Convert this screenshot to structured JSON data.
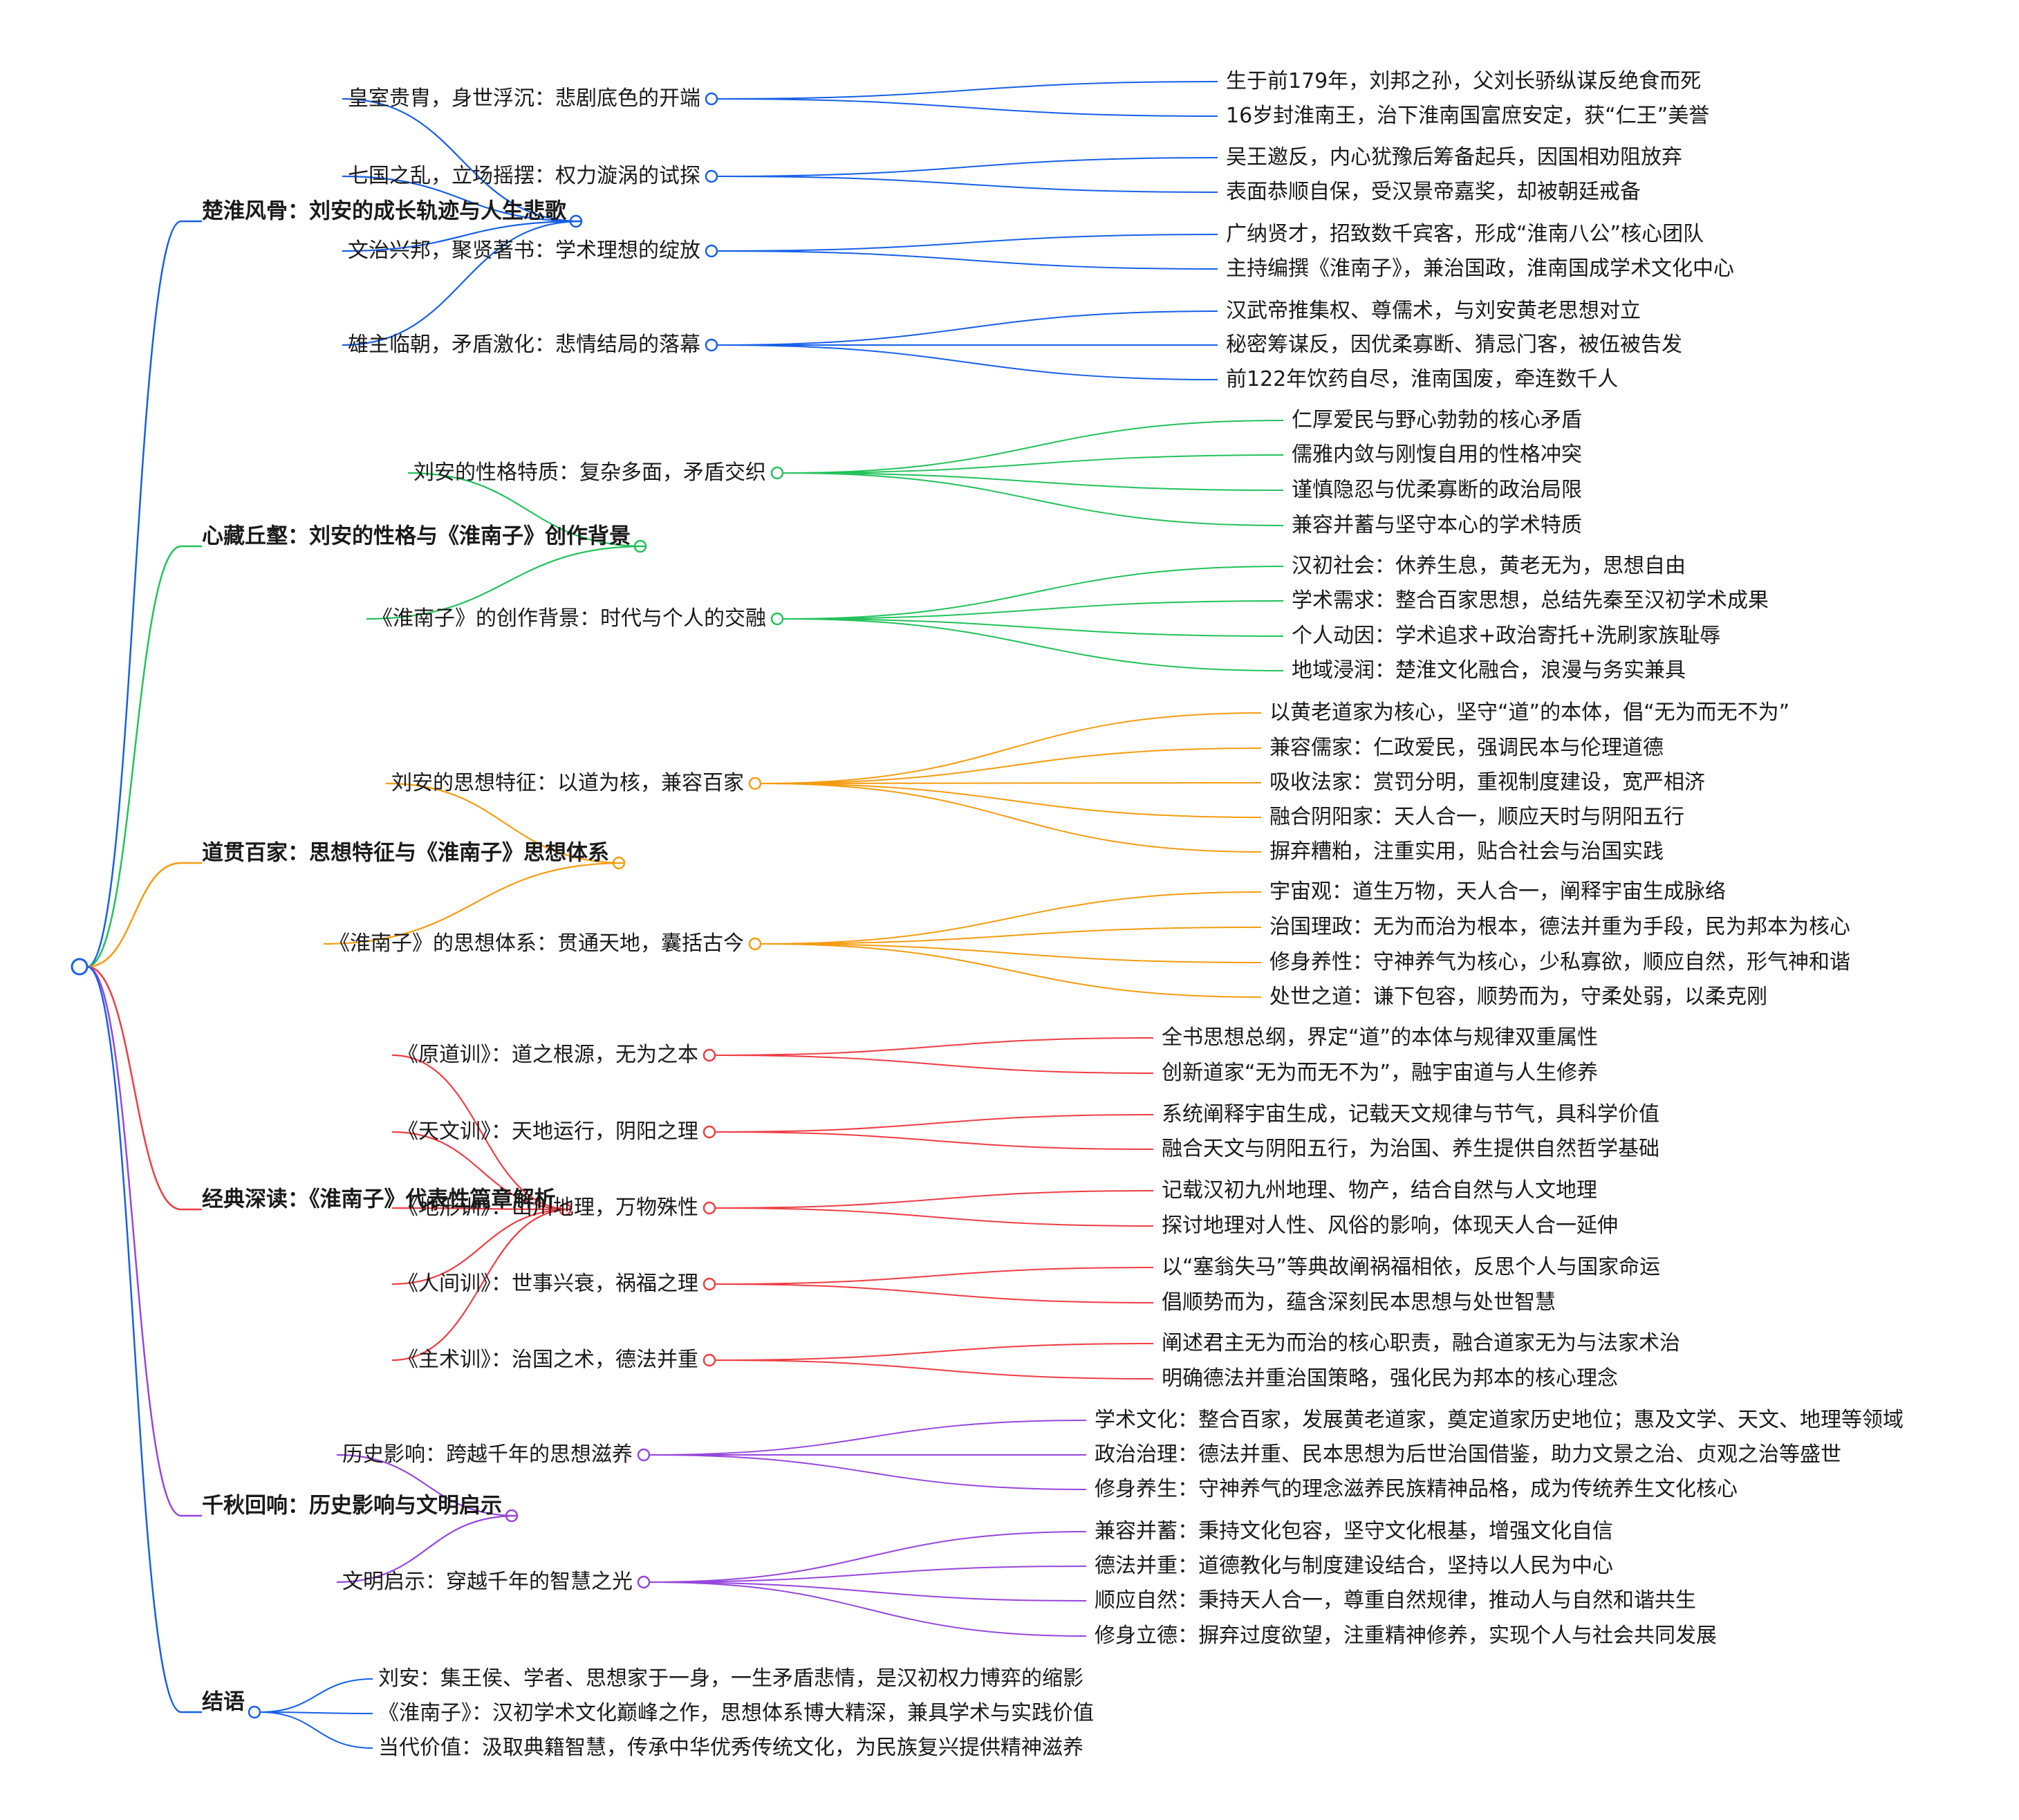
{
  "mindmap": {
    "root": {
      "children": [
        {
          "label": "楚淮风骨：刘安的成长轨迹与人生悲歌",
          "color": "#1560e8",
          "children": [
            {
              "label": "皇室贵胄，身世浮沉：悲剧底色的开端",
              "children": [
                {
                  "label": "生于前179年，刘邦之孙，父刘长骄纵谋反绝食而死"
                },
                {
                  "label": "16岁封淮南王，治下淮南国富庶安定，获“仁王”美誉"
                }
              ]
            },
            {
              "label": "七国之乱，立场摇摆：权力漩涡的试探",
              "children": [
                {
                  "label": "吴王邀反，内心犹豫后筹备起兵，因国相劝阻放弃"
                },
                {
                  "label": "表面恭顺自保，受汉景帝嘉奖，却被朝廷戒备"
                }
              ]
            },
            {
              "label": "文治兴邦，聚贤著书：学术理想的绽放",
              "children": [
                {
                  "label": "广纳贤才，招致数千宾客，形成“淮南八公”核心团队"
                },
                {
                  "label": "主持编撰《淮南子》，兼治国政，淮南国成学术文化中心"
                }
              ]
            },
            {
              "label": "雄主临朝，矛盾激化：悲情结局的落幕",
              "children": [
                {
                  "label": "汉武帝推集权、尊儒术，与刘安黄老思想对立"
                },
                {
                  "label": "秘密筹谋反，因优柔寡断、猜忌门客，被伍被告发"
                },
                {
                  "label": "前122年饮药自尽，淮南国废，牵连数千人"
                }
              ]
            }
          ]
        },
        {
          "label": "心藏丘壑：刘安的性格与《淮南子》创作背景",
          "color": "#22c25a",
          "children": [
            {
              "label": "刘安的性格特质：复杂多面，矛盾交织",
              "children": [
                {
                  "label": "仁厚爱民与野心勃勃的核心矛盾"
                },
                {
                  "label": "儒雅内敛与刚愎自用的性格冲突"
                },
                {
                  "label": "谨慎隐忍与优柔寡断的政治局限"
                },
                {
                  "label": "兼容并蓄与坚守本心的学术特质"
                }
              ]
            },
            {
              "label": "《淮南子》的创作背景：时代与个人的交融",
              "children": [
                {
                  "label": "汉初社会：休养生息，黄老无为，思想自由"
                },
                {
                  "label": "学术需求：整合百家思想，总结先秦至汉初学术成果"
                },
                {
                  "label": "个人动因：学术追求+政治寄托+洗刷家族耻辱"
                },
                {
                  "label": "地域浸润：楚淮文化融合，浪漫与务实兼具"
                }
              ]
            }
          ]
        },
        {
          "label": "道贯百家：思想特征与《淮南子》思想体系",
          "color": "#f59c10",
          "children": [
            {
              "label": "刘安的思想特征：以道为核，兼容百家",
              "children": [
                {
                  "label": "以黄老道家为核心，坚守“道”的本体，倡“无为而无不为”"
                },
                {
                  "label": "兼容儒家：仁政爱民，强调民本与伦理道德"
                },
                {
                  "label": "吸收法家：赏罚分明，重视制度建设，宽严相济"
                },
                {
                  "label": "融合阴阳家：天人合一，顺应天时与阴阳五行"
                },
                {
                  "label": "摒弃糟粕，注重实用，贴合社会与治国实践"
                }
              ]
            },
            {
              "label": "《淮南子》的思想体系：贯通天地，囊括古今",
              "children": [
                {
                  "label": "宇宙观：道生万物，天人合一，阐释宇宙生成脉络"
                },
                {
                  "label": "治国理政：无为而治为根本，德法并重为手段，民为邦本为核心"
                },
                {
                  "label": "修身养性：守神养气为核心，少私寡欲，顺应自然，形气神和谐"
                },
                {
                  "label": "处世之道：谦下包容，顺势而为，守柔处弱，以柔克刚"
                }
              ]
            }
          ]
        },
        {
          "label": "经典深读：《淮南子》代表性篇章解析",
          "color": "#ee3d45",
          "children": [
            {
              "label": "《原道训》：道之根源，无为之本",
              "children": [
                {
                  "label": "全书思想总纲，界定“道”的本体与规律双重属性"
                },
                {
                  "label": "创新道家“无为而无不为”，融宇宙道与人生修养"
                }
              ]
            },
            {
              "label": "《天文训》：天地运行，阴阳之理",
              "children": [
                {
                  "label": "系统阐释宇宙生成，记载天文规律与节气，具科学价值"
                },
                {
                  "label": "融合天文与阴阳五行，为治国、养生提供自然哲学基础"
                }
              ]
            },
            {
              "label": "《地形训》：山川地理，万物殊性",
              "children": [
                {
                  "label": "记载汉初九州地理、物产，结合自然与人文地理"
                },
                {
                  "label": "探讨地理对人性、风俗的影响，体现天人合一延伸"
                }
              ]
            },
            {
              "label": "《人间训》：世事兴衰，祸福之理",
              "children": [
                {
                  "label": "以“塞翁失马”等典故阐祸福相依，反思个人与国家命运"
                },
                {
                  "label": "倡顺势而为，蕴含深刻民本思想与处世智慧"
                }
              ]
            },
            {
              "label": "《主术训》：治国之术，德法并重",
              "children": [
                {
                  "label": "阐述君主无为而治的核心职责，融合道家无为与法家术治"
                },
                {
                  "label": "明确德法并重治国策略，强化民为邦本的核心理念"
                }
              ]
            }
          ]
        },
        {
          "label": "千秋回响：历史影响与文明启示",
          "color": "#9646dc",
          "children": [
            {
              "label": "历史影响：跨越千年的思想滋养",
              "children": [
                {
                  "label": "学术文化：整合百家，发展黄老道家，奠定道家历史地位；惠及文学、天文、地理等领域"
                },
                {
                  "label": "政治治理：德法并重、民本思想为后世治国借鉴，助力文景之治、贞观之治等盛世"
                },
                {
                  "label": "修身养生：守神养气的理念滋养民族精神品格，成为传统养生文化核心"
                }
              ]
            },
            {
              "label": "文明启示：穿越千年的智慧之光",
              "children": [
                {
                  "label": "兼容并蓄：秉持文化包容，坚守文化根基，增强文化自信"
                },
                {
                  "label": "德法并重：道德教化与制度建设结合，坚持以人民为中心"
                },
                {
                  "label": "顺应自然：秉持天人合一，尊重自然规律，推动人与自然和谐共生"
                },
                {
                  "label": "修身立德：摒弃过度欲望，注重精神修养，实现个人与社会共同发展"
                }
              ]
            }
          ]
        },
        {
          "label": "结语",
          "color": "#1560e8",
          "children": [
            {
              "label": "刘安：集王侯、学者、思想家于一身，一生矛盾悲情，是汉初权力博弈的缩影"
            },
            {
              "label": "《淮南子》：汉初学术文化巅峰之作，思想体系博大精深，兼具学术与实践价值"
            },
            {
              "label": "当代价值：汲取典籍智慧，传承中华优秀传统文化，为民族复兴提供精神滋养"
            }
          ]
        }
      ]
    }
  }
}
